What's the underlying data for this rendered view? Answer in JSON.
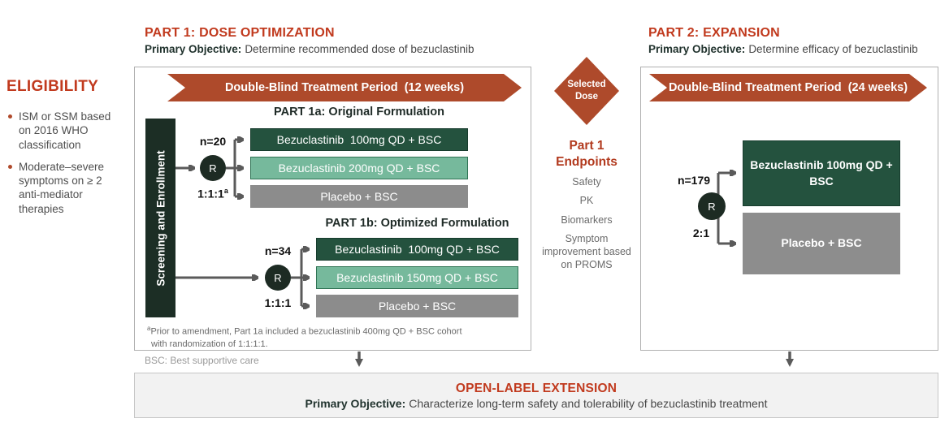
{
  "colors": {
    "accent_red": "#c13a1e",
    "rust": "#ae4a2b",
    "dark_green": "#24523e",
    "light_green": "#76b99c",
    "neutral_gray": "#8c8c8c",
    "screening_dark": "#1c2e25",
    "connector_gray": "#5a5a5a"
  },
  "eligibility": {
    "title": "ELIGIBILITY",
    "bullets": [
      "ISM or SSM based on 2016 WHO classification",
      "Moderate–severe symptoms on ≥ 2 anti-mediator therapies"
    ]
  },
  "part1": {
    "title": "PART 1: DOSE OPTIMIZATION",
    "objective_label": "Primary Objective:",
    "objective_text": "Determine recommended dose of bezuclastinib",
    "banner": "Double-Blind Treatment Period  (12 weeks)",
    "screening_label": "Screening and Enrollment",
    "part1a": {
      "title": "PART 1a: Original Formulation",
      "n_label": "n=20",
      "randomization_label": "R",
      "ratio_label": "1:1:1",
      "ratio_sup": "a",
      "arms": [
        {
          "label": "Bezuclastinib  100mg QD + BSC"
        },
        {
          "label": "Bezuclastinib 200mg QD + BSC"
        },
        {
          "label": "Placebo + BSC"
        }
      ]
    },
    "part1b": {
      "title": "PART 1b: Optimized Formulation",
      "n_label": "n=34",
      "randomization_label": "R",
      "ratio_label": "1:1:1",
      "arms": [
        {
          "label": "Bezuclastinib  100mg QD + BSC"
        },
        {
          "label": "Bezuclastinib 150mg QD + BSC"
        },
        {
          "label": "Placebo + BSC"
        }
      ]
    },
    "footnote_sup": "a",
    "footnote_line1": "Prior to amendment, Part 1a included a bezuclastinib 400mg QD + BSC cohort",
    "footnote_line2": "with randomization of 1:1:1:1.",
    "bsc_note": "BSC: Best supportive care"
  },
  "middle": {
    "selected_dose_line1": "Selected",
    "selected_dose_line2": "Dose",
    "endpoints_title_line1": "Part 1",
    "endpoints_title_line2": "Endpoints",
    "endpoints": [
      "Safety",
      "PK",
      "Biomarkers",
      "Symptom improvement based on PROMS"
    ]
  },
  "part2": {
    "title": "PART 2: EXPANSION",
    "objective_label": "Primary Objective:",
    "objective_text": "Determine efficacy of bezuclastinib",
    "banner": "Double-Blind Treatment Period  (24 weeks)",
    "n_label": "n=179",
    "randomization_label": "R",
    "ratio_label": "2:1",
    "arms": [
      {
        "label": "Bezuclastinib 100mg QD + BSC"
      },
      {
        "label": "Placebo + BSC"
      }
    ]
  },
  "open_label": {
    "title": "OPEN-LABEL EXTENSION",
    "objective_label": "Primary Objective:",
    "objective_text": "Characterize long-term safety and tolerability of bezuclastinib treatment"
  }
}
